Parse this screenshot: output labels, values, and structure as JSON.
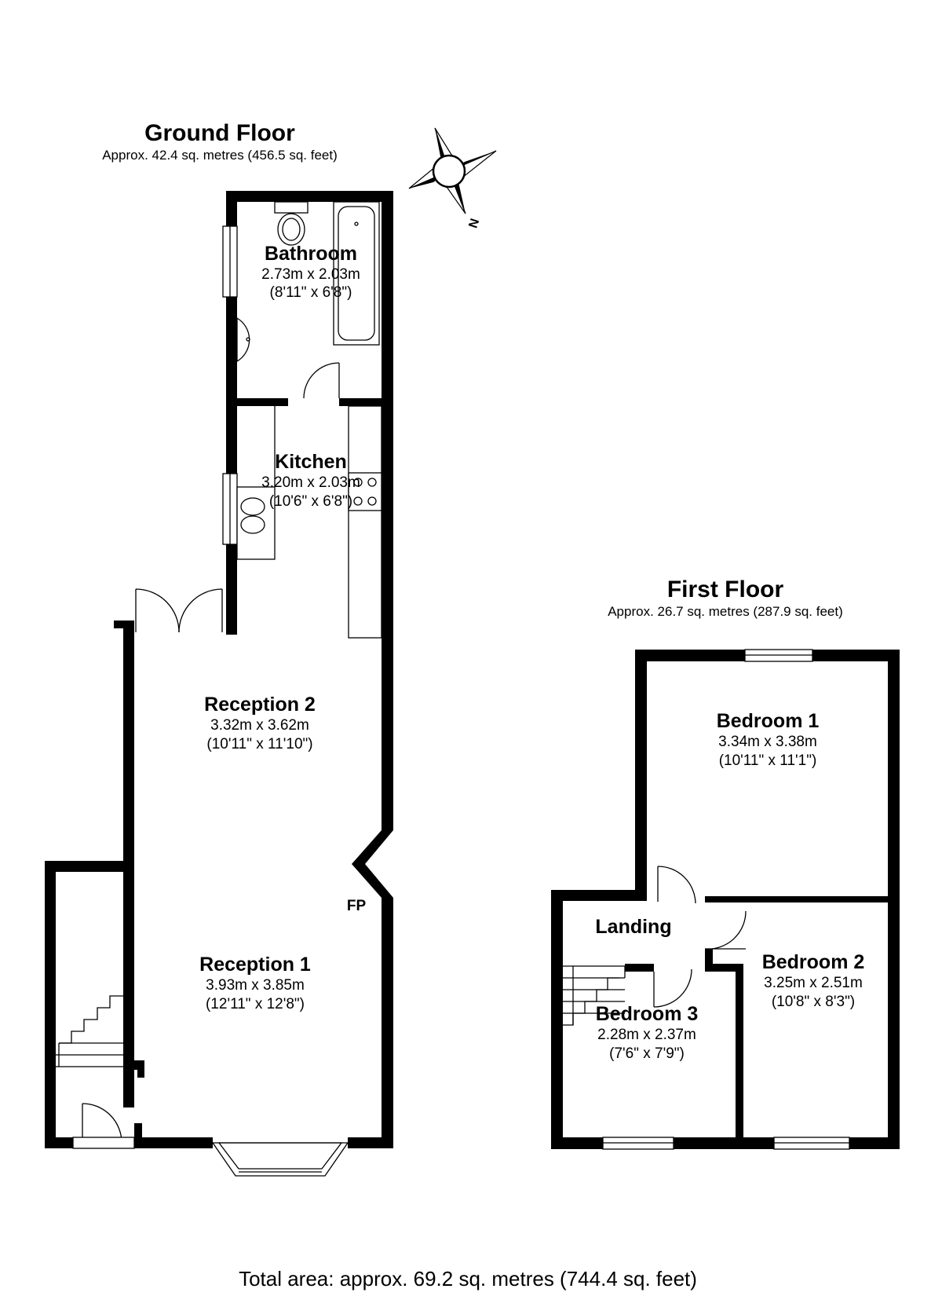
{
  "ground_floor": {
    "title": "Ground Floor",
    "area": "Approx. 42.4 sq. metres (456.5 sq. feet)",
    "rooms": [
      {
        "name": "Bathroom",
        "metric": "2.73m x 2.03m",
        "imperial": "(8'11\" x 6'8\")"
      },
      {
        "name": "Kitchen",
        "metric": "3.20m x 2.03m",
        "imperial": "(10'6\" x 6'8\")"
      },
      {
        "name": "Reception 2",
        "metric": "3.32m x 3.62m",
        "imperial": "(10'11\" x 11'10\")"
      },
      {
        "name": "Reception 1",
        "metric": "3.93m x 3.85m",
        "imperial": "(12'11\" x 12'8\")"
      }
    ],
    "fireplace_label": "FP"
  },
  "first_floor": {
    "title": "First Floor",
    "area": "Approx. 26.7 sq. metres (287.9 sq. feet)",
    "rooms": [
      {
        "name": "Bedroom 1",
        "metric": "3.34m x 3.38m",
        "imperial": "(10'11\" x 11'1\")"
      },
      {
        "name": "Landing"
      },
      {
        "name": "Bedroom 2",
        "metric": "3.25m x 2.51m",
        "imperial": "(10'8\" x 8'3\")"
      },
      {
        "name": "Bedroom 3",
        "metric": "2.28m x 2.37m",
        "imperial": "(7'6\" x 7'9\")"
      }
    ]
  },
  "compass": {
    "north_label": "N",
    "icon": "compass-rose-icon"
  },
  "total_area": "Total area: approx. 69.2 sq. metres (744.4 sq. feet)"
}
